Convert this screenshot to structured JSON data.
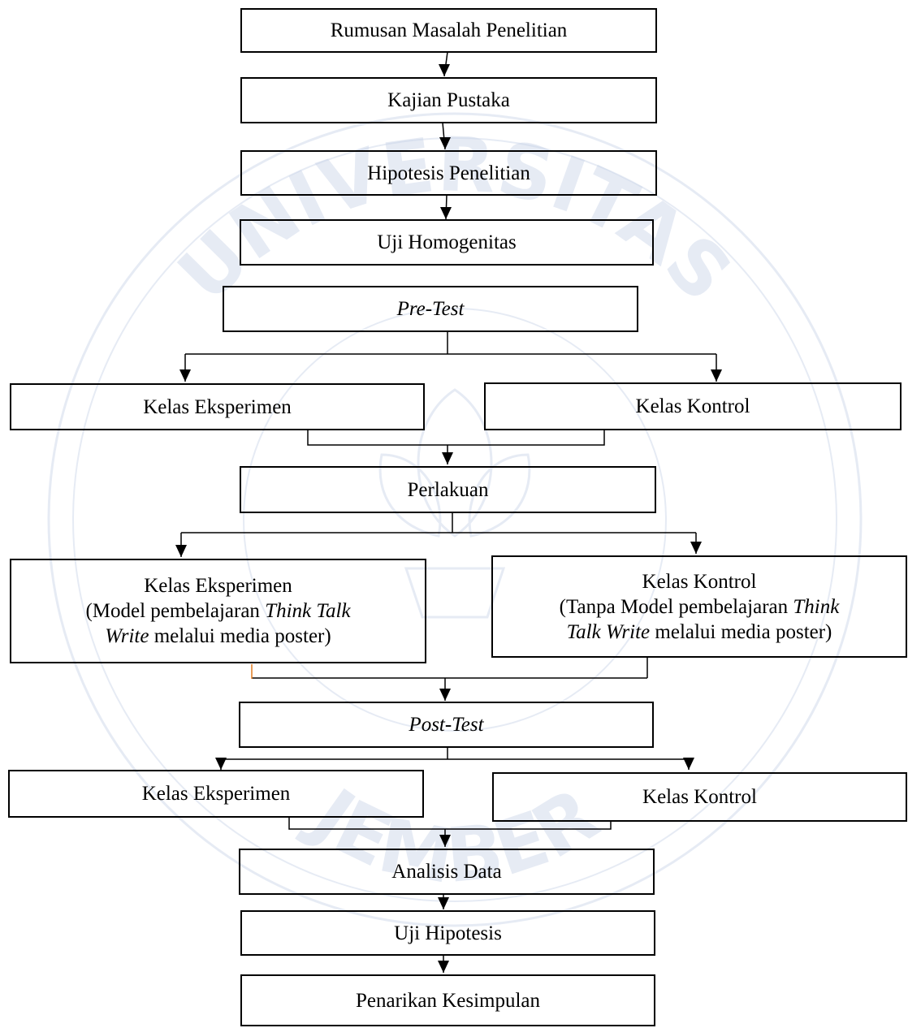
{
  "diagram": {
    "nodes": {
      "rumusan": "Rumusan Masalah Penelitian",
      "kajian": "Kajian Pustaka",
      "hipotesis": "Hipotesis Penelitian",
      "homogenitas": "Uji Homogenitas",
      "pretest": "Pre-Test",
      "pre_eksperimen": "Kelas Eksperimen",
      "pre_kontrol": "Kelas Kontrol",
      "perlakuan": "Perlakuan",
      "treat_eksperimen": {
        "title": "Kelas Eksperimen",
        "line2_a": "(Model pembelajaran ",
        "line2_b": "Think Talk",
        "line3_a": "Write",
        "line3_b": " melalui media poster)"
      },
      "treat_kontrol": {
        "title": "Kelas Kontrol",
        "line2_a": "(Tanpa Model pembelajaran ",
        "line2_b": "Think",
        "line3_a": "Talk Write",
        "line3_b": " melalui media poster)"
      },
      "posttest": "Post-Test",
      "post_eksperimen": "Kelas Eksperimen",
      "post_kontrol": "Kelas Kontrol",
      "analisis": "Analisis Data",
      "uji_hipotesis": "Uji Hipotesis",
      "kesimpulan": "Penarikan Kesimpulan"
    },
    "watermark": {
      "text_top": "UNIVERSITAS",
      "text_bottom": "JEMBER",
      "color": "#c8d3e8"
    },
    "colors": {
      "line": "#000000",
      "accent_line": "#e07a20"
    }
  }
}
